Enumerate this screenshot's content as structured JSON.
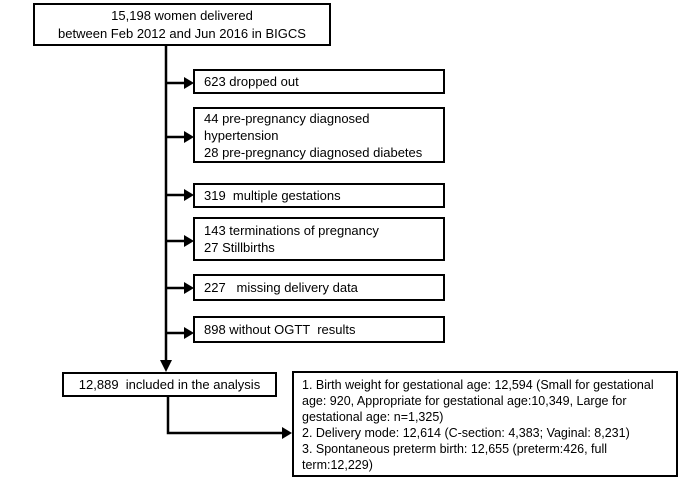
{
  "diagram": {
    "cohort_box": {
      "text": "15,198 women delivered\nbetween Feb 2012 and Jun 2016 in BIGCS"
    },
    "exclusions": [
      {
        "text": "623 dropped out"
      },
      {
        "text": "44 pre-pregnancy diagnosed\nhypertension\n28 pre-pregnancy diagnosed diabetes"
      },
      {
        "text": "319  multiple gestations"
      },
      {
        "text": "143 terminations of pregnancy\n27 Stillbirths"
      },
      {
        "text": "227   missing delivery data"
      },
      {
        "text": "898 without OGTT  results"
      }
    ],
    "included_box": {
      "text": "12,889  included in the analysis"
    },
    "outcomes_box": {
      "text": "1. Birth weight for gestational age: 12,594 (Small for gestational age: 920, Appropriate for gestational age:10,349, Large for gestational age: n=1,325)\n2. Delivery mode: 12,614 (C-section: 4,383; Vaginal: 8,231)\n3. Spontaneous preterm birth: 12,655 (preterm:426, full term:12,229)"
    },
    "colors": {
      "line": "#000000",
      "background": "#ffffff"
    }
  }
}
